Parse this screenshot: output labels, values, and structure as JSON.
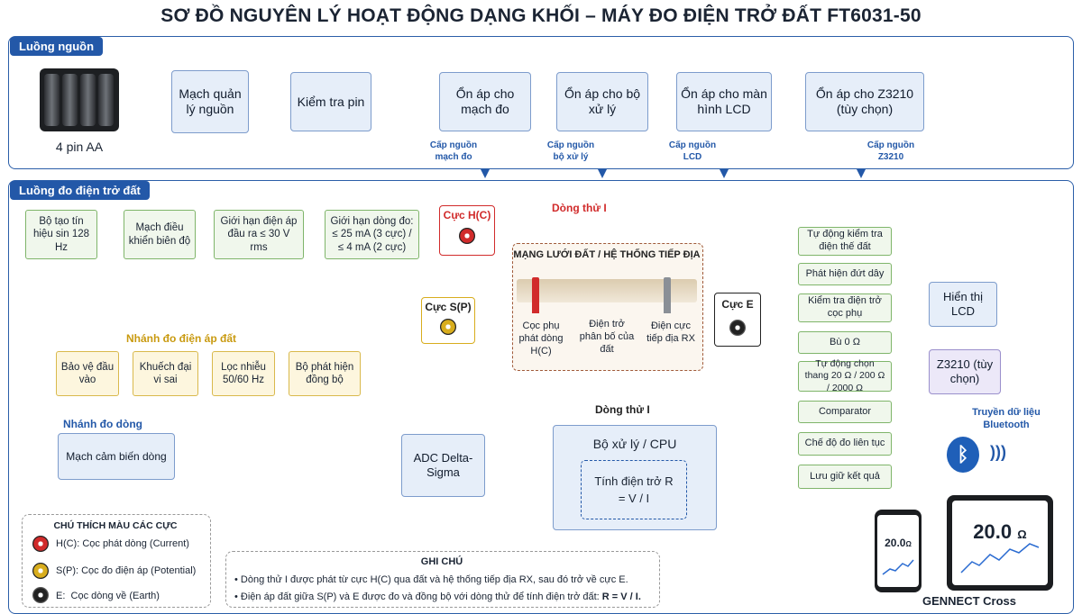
{
  "title": "SƠ ĐỒ NGUYÊN LÝ HOẠT ĐỘNG DẠNG KHỐI – MÁY ĐO ĐIỆN TRỞ ĐẤT FT6031-50",
  "power": {
    "tab": "Luồng nguồn",
    "battery_label": "4 pin AA",
    "boxes": [
      "Mạch quản lý nguồn",
      "Kiểm tra pin",
      "Ổn áp cho mạch đo",
      "Ổn áp cho bộ xử lý",
      "Ổn áp cho màn hình LCD",
      "Ổn áp cho Z3210 (tùy chọn)"
    ],
    "supply_labels": [
      "Cấp nguồn mạch đo",
      "Cấp nguồn bộ xử lý",
      "Cấp nguồn LCD",
      "Cấp nguồn Z3210"
    ]
  },
  "measure": {
    "tab": "Luồng đo điện trở đất",
    "chain": [
      "Bộ tạo tín hiệu sin 128 Hz",
      "Mạch điều khiển biên độ",
      "Giới hạn điện áp đầu ra ≤ 30 V rms",
      "Giới hạn dòng đo: ≤ 25 mA (3 cực) / ≤ 4 mA (2 cực)"
    ],
    "terminal_h": "Cực H(C)",
    "terminal_s": "Cực S(P)",
    "terminal_e": "Cực E",
    "current_label_top": "Dòng thử I",
    "current_label_bottom": "Dòng thử I",
    "earth_title": "MẠNG LƯỚI ĐẤT / HỆ THỐNG TIẾP ĐỊA",
    "earth_labels": [
      "Cọc phụ phát dòng H(C)",
      "Điện trở phân bố của đất",
      "Điện cực tiếp địa RX"
    ],
    "voltage_branch_title": "Nhánh đo điện áp đất",
    "voltage_chain": [
      "Bảo vệ đầu vào",
      "Khuếch đại vi sai",
      "Lọc nhiễu 50/60 Hz",
      "Bộ phát hiện đồng bộ"
    ],
    "current_branch_title": "Nhánh đo dòng",
    "current_sense": "Mạch cảm biến dòng",
    "adc": "ADC Delta-Sigma",
    "cpu": "Bộ xử lý / CPU",
    "calc": "Tính điện trở R = V / I",
    "functions": [
      "Tự động kiểm tra điện thế đất",
      "Phát hiện đứt dây",
      "Kiểm tra điện trở cọc phụ",
      "Bù 0 Ω",
      "Tự động chọn thang 20 Ω / 200 Ω / 2000 Ω",
      "Comparator",
      "Chế độ đo liên tục",
      "Lưu giữ kết quả"
    ],
    "display_lcd": "Hiển thị LCD",
    "z3210": "Z3210 (tùy chọn)",
    "data_transfer": "Truyền dữ liệu Bluetooth",
    "phone_value": "20.0",
    "tablet_value": "20.0",
    "unit": "Ω",
    "app_name": "GENNECT Cross"
  },
  "legend": {
    "title": "CHÚ THÍCH MÀU CÁC CỰC",
    "items": [
      "H(C): Cọc phát dòng (Current)",
      "S(P): Cọc đo điện áp (Potential)",
      "E:  Cọc dòng về (Earth)"
    ]
  },
  "notes": {
    "title": "GHI CHÚ",
    "line1": "Dòng thử I được phát từ cực H(C) qua đất và hệ thống tiếp địa RX, sau đó trở về cực E.",
    "line2_prefix": "Điện áp đất giữa S(P) và E được đo và đồng bộ với dòng thử để tính điện trở đất:",
    "line2_formula": "R = V / I."
  },
  "colors": {
    "blue": "#2358a8",
    "green": "#4f9a3a",
    "red": "#d12b2b",
    "yellow": "#d8ad1d",
    "black": "#222222"
  }
}
